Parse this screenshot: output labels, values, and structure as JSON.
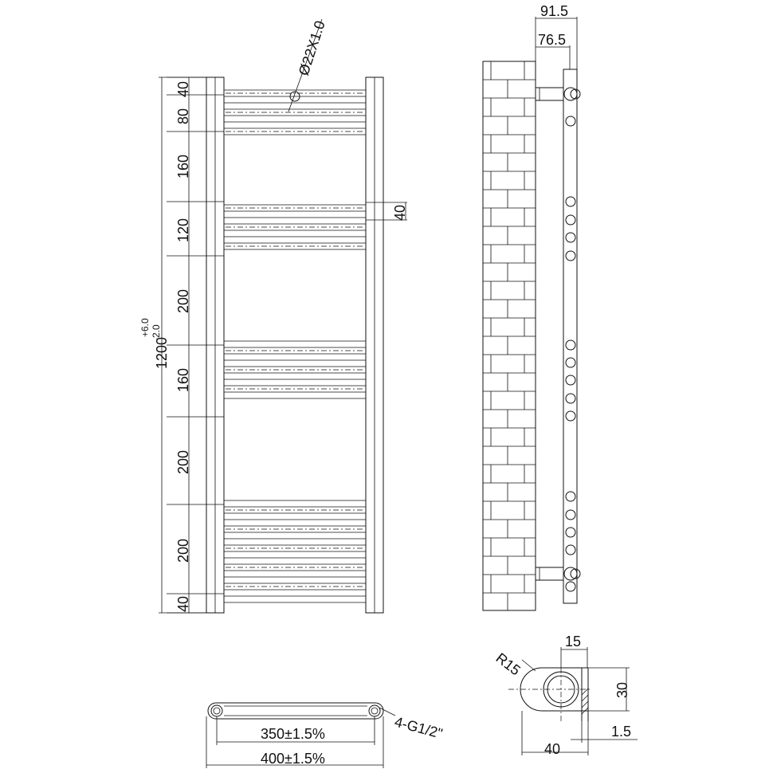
{
  "front_view": {
    "total_height": "1200",
    "tolerance_plus": "+6.0",
    "tolerance_minus": "-2.0",
    "pipe_spec": "Ø22X1.0",
    "bar_spacing": "40",
    "segments": [
      "40",
      "80",
      "160",
      "120",
      "200",
      "160",
      "200",
      "200",
      "40"
    ]
  },
  "side_view": {
    "overall_depth": "91.5",
    "pipe_offset": "76.5"
  },
  "bottom_view": {
    "centers": "350±1.5%",
    "overall_width": "400±1.5%",
    "connection_spec": "4-G1/2\""
  },
  "bracket_detail": {
    "radius": "R15",
    "width": "15",
    "height": "30",
    "thickness": "1.5",
    "depth": "40"
  }
}
